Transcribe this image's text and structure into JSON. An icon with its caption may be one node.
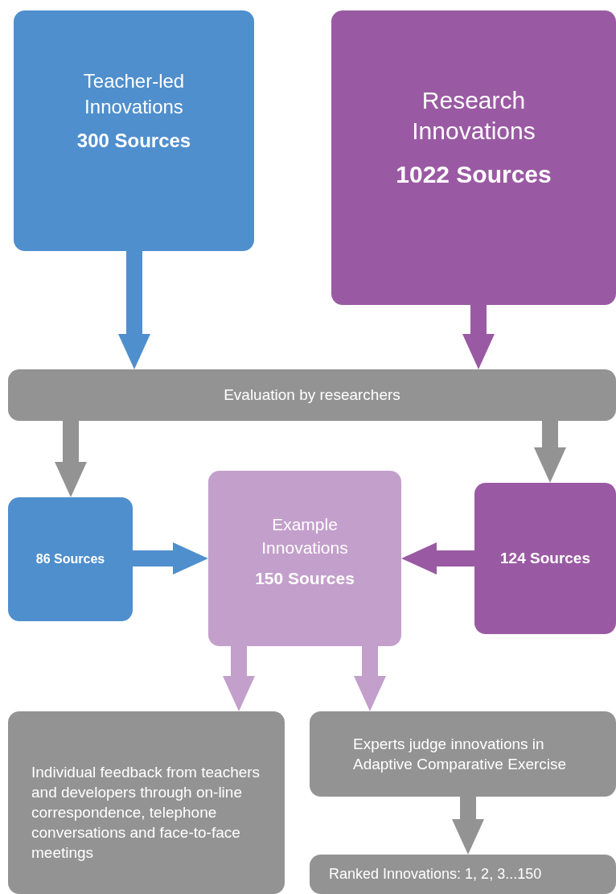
{
  "diagram": {
    "nodes": [
      {
        "text": [
          "Teacher-led Innovations",
          "300 Sources"
        ]
      },
      {
        "text": [
          "Research Innovations",
          "1022 Sources"
        ]
      },
      {
        "text": [
          "Evaluation by researchers"
        ]
      },
      {
        "text": [
          "86 Sources"
        ]
      },
      {
        "text": [
          "Example Innovations",
          "150 Sources"
        ]
      },
      {
        "text": [
          "124 Sources"
        ]
      },
      {
        "text": [
          "Individual feedback from teachers and developers through on-line correspondence, telephone conversations and face-to-face meetings"
        ]
      },
      {
        "text": [
          "Experts judge innovations in Adaptive Comparative Exercise"
        ]
      },
      {
        "text": [
          "Ranked Innovations: 1, 2, 3...150"
        ]
      }
    ],
    "edges": [
      {
        "from": 0,
        "to": 2,
        "arrow": "to",
        "style": "thick",
        "color": "#4f8fcd"
      },
      {
        "from": 1,
        "to": 2,
        "arrow": "to",
        "style": "thick",
        "color": "#9a5aa3"
      },
      {
        "from": 2,
        "to": 3,
        "arrow": "to",
        "style": "thick"
      },
      {
        "from": 2,
        "to": 5,
        "arrow": "to",
        "style": "thick"
      },
      {
        "from": 3,
        "to": 4,
        "arrow": "to",
        "style": "thick",
        "color": "#4f8fcd"
      },
      {
        "from": 5,
        "to": 4,
        "arrow": "to",
        "style": "thick",
        "color": "#9a5aa3"
      },
      {
        "from": 4,
        "to": 6,
        "arrow": "to",
        "style": "thick",
        "color": "#c39fcb"
      },
      {
        "from": 4,
        "to": 7,
        "arrow": "to",
        "style": "thick",
        "color": "#c39fcb"
      },
      {
        "from": 7,
        "to": 8,
        "arrow": "to",
        "style": "thick"
      }
    ]
  }
}
